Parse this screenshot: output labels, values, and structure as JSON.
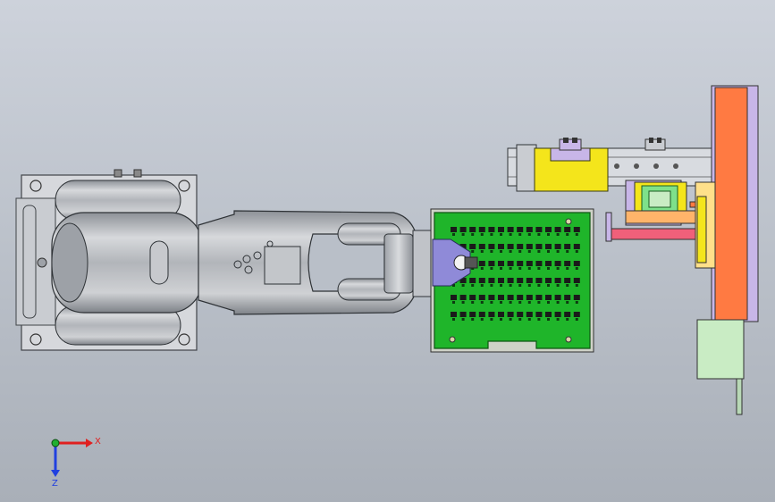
{
  "viewport": {
    "background_top": "#cdd2db",
    "background_bottom": "#a9afb8"
  },
  "colors": {
    "robot_metal": "#b4b7bc",
    "robot_dark": "#7d8187",
    "board_green": "#1fb52a",
    "slot_black": "#1a1a1a",
    "flange_purple": "#8f8ad8",
    "feeder_yellow": "#f4e51b",
    "feeder_lavender": "#c8b6e8",
    "block_orange": "#ff7a42",
    "block_mint": "#c9ecc4",
    "bar_pink": "#f0607a",
    "plate_silver": "#d8dbe0",
    "axis_x": "#e02020",
    "axis_y": "#20b030",
    "axis_z": "#2040e0"
  },
  "triad": {
    "x_label": "X",
    "z_label": "Z",
    "icon": "coordinate-triad-icon"
  },
  "board": {
    "rows": 6,
    "cols": 14
  }
}
